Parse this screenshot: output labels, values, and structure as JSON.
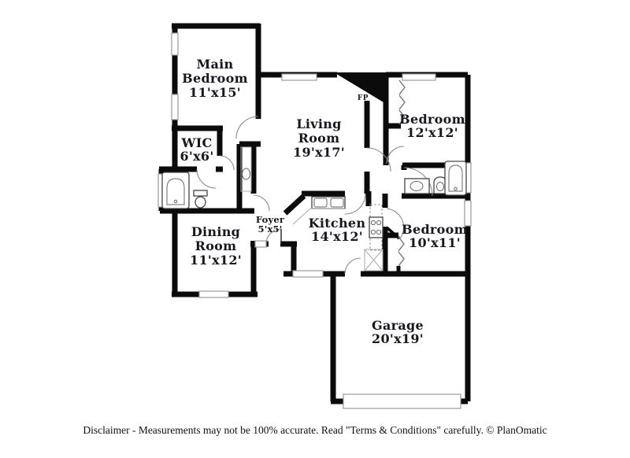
{
  "rooms": {
    "main_bedroom": {
      "lines": [
        "Main",
        "Bedroom"
      ],
      "dims": "11'x15'"
    },
    "wic": {
      "lines": [
        "WIC"
      ],
      "dims": "6'x6'"
    },
    "living": {
      "lines": [
        "Living",
        "Room"
      ],
      "dims": "19'x17'"
    },
    "bedroom2": {
      "lines": [
        "Bedroom"
      ],
      "dims": "12'x12'"
    },
    "foyer": {
      "lines": [
        "Foyer"
      ],
      "dims": "5'x5'"
    },
    "dining": {
      "lines": [
        "Dining",
        "Room"
      ],
      "dims": "11'x12'"
    },
    "kitchen": {
      "lines": [
        "Kitchen"
      ],
      "dims": "14'x12'"
    },
    "bedroom3": {
      "lines": [
        "Bedroom"
      ],
      "dims": "10'x11'"
    },
    "garage": {
      "lines": [
        "Garage"
      ],
      "dims": "20'x19'"
    }
  },
  "fireplace_label": "FP",
  "disclaimer": "Disclaimer - Measurements may not be 100% accurate. Read \"Terms & Conditions\" carefully. © PlanOmatic",
  "colors": {
    "wall": "#0b0b0b",
    "window_stroke": "#999999",
    "label_text": "#17171f",
    "background": "#ffffff"
  }
}
